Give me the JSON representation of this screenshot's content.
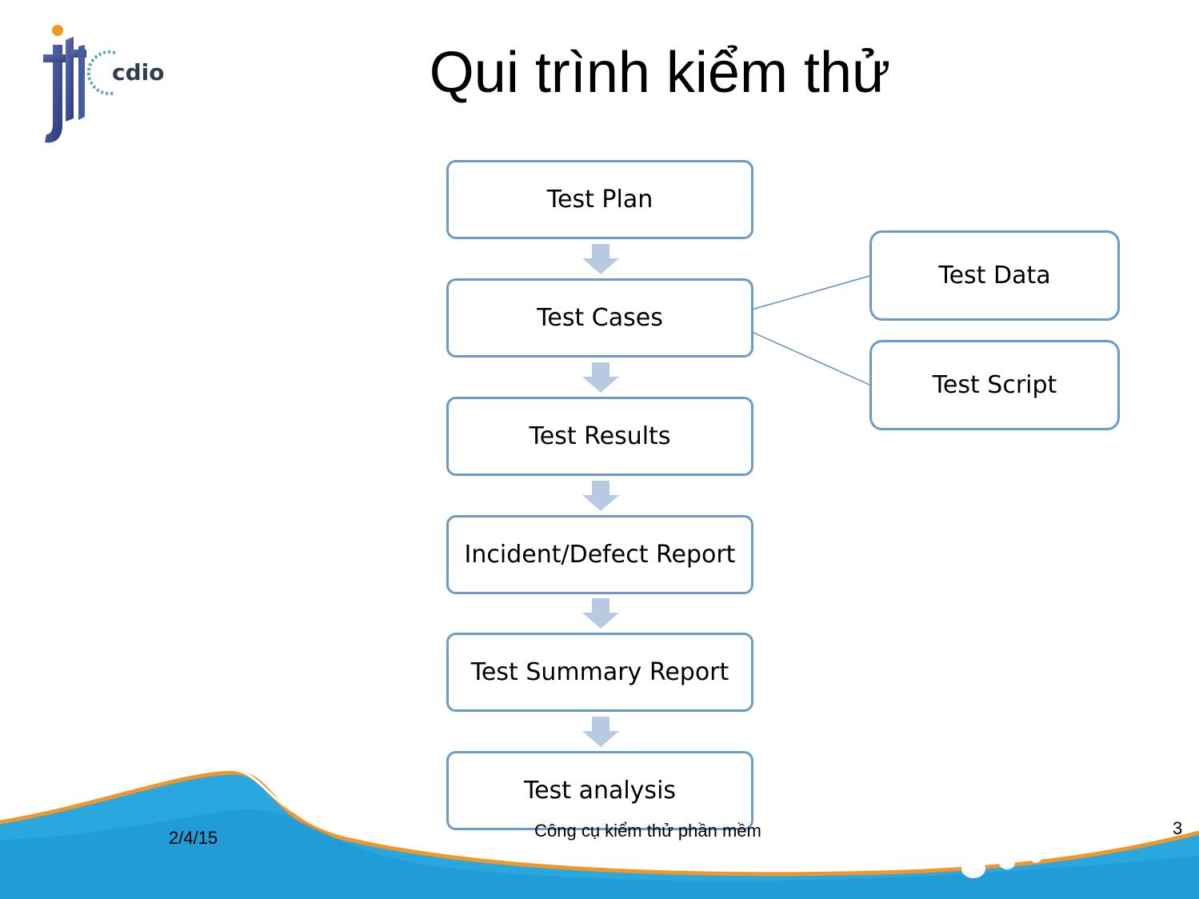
{
  "slide": {
    "title": "Qui trình kiểm thử",
    "logo": {
      "text": "cdio",
      "mark": "fit"
    }
  },
  "flow": [
    {
      "label": "Test Plan"
    },
    {
      "label": "Test Cases"
    },
    {
      "label": "Test Results"
    },
    {
      "label": "Incident/Defect Report"
    },
    {
      "label": "Test Summary Report"
    },
    {
      "label": "Test analysis"
    }
  ],
  "branches": [
    {
      "label": "Test Data"
    },
    {
      "label": "Test Script"
    }
  ],
  "footer": {
    "date": "2/4/15",
    "title": "Công cụ kiểm thử phần mềm",
    "page": "3"
  },
  "colors": {
    "box_border": "#6d9bc8",
    "arrow": "#b8c9e2",
    "connector": "#5b8fc4",
    "wave_blue": "#29a8e0",
    "wave_orange": "#f0962a"
  },
  "icons": [
    "down-arrow-icon",
    "fit-cdio-logo"
  ]
}
